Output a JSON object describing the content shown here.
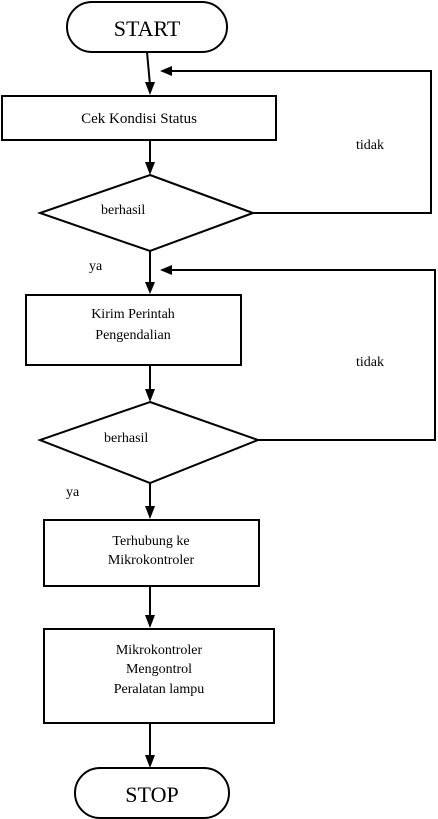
{
  "flowchart": {
    "start": "START",
    "stop": "STOP",
    "step_check_status": "Cek Kondisi Status",
    "decision_1": "berhasil",
    "decision_1_no": "tidak",
    "decision_1_yes": "ya",
    "step_send_command": [
      "Kirim Perintah",
      "Pengendalian"
    ],
    "decision_2": "berhasil",
    "decision_2_no": "tidak",
    "decision_2_yes": "ya",
    "step_connected": [
      "Terhubung ke",
      "Mikrokontroler"
    ],
    "step_control": [
      "Mikrokontroler",
      "Mengontrol",
      "Peralatan lampu"
    ]
  }
}
